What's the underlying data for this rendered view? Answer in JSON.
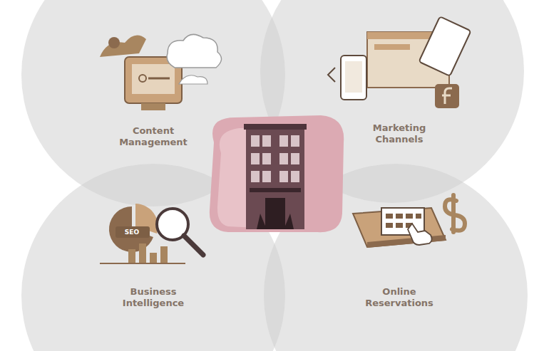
{
  "diagram": {
    "nodes": [
      {
        "text": [
          "Content Management"
        ]
      },
      {
        "text": [
          "Marketing Channels"
        ]
      },
      {
        "text": [
          "Business Intelligence"
        ]
      },
      {
        "text": [
          "Online Reservations"
        ]
      }
    ],
    "labels": [
      "SEO"
    ]
  }
}
